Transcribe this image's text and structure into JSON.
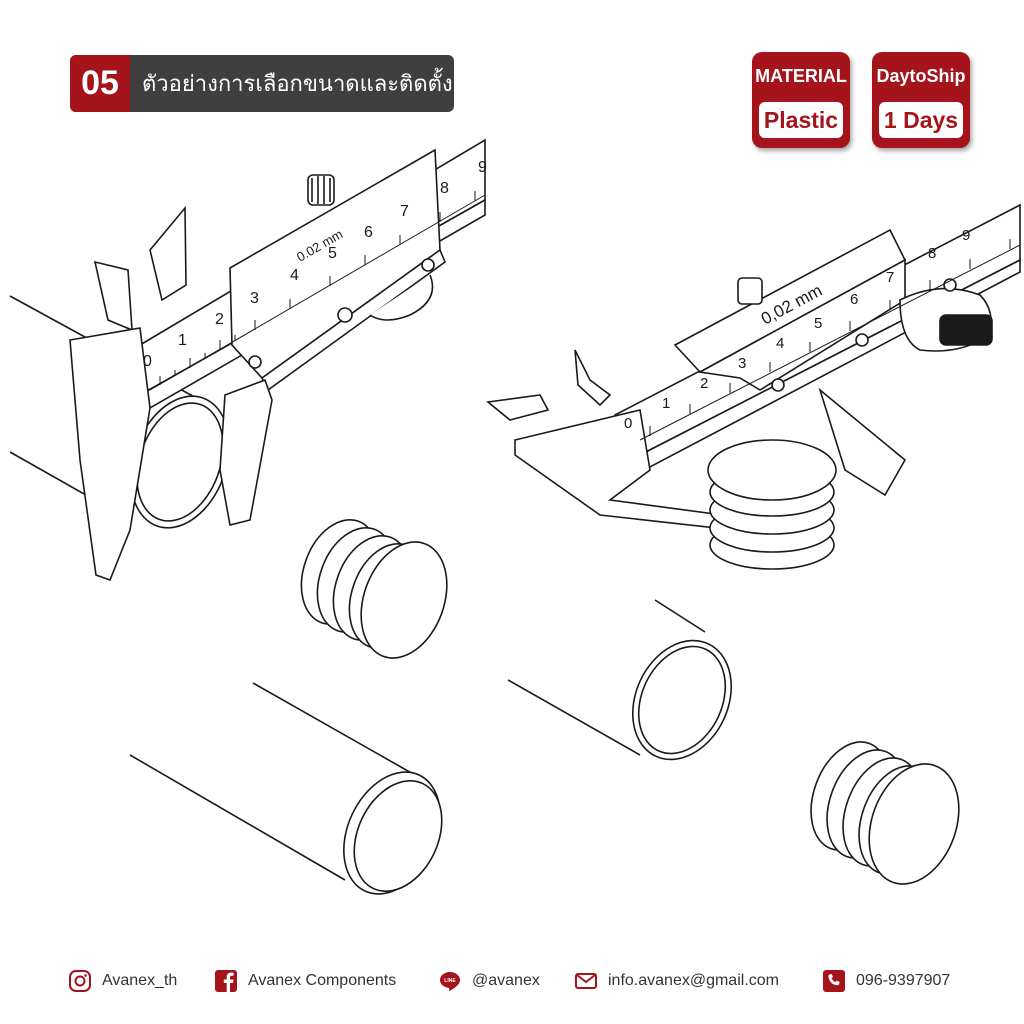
{
  "header": {
    "step_number": "05",
    "title": "ตัวอย่างการเลือกขนาดและติดตั้ง"
  },
  "badges": [
    {
      "label": "MATERIAL",
      "value": "Plastic"
    },
    {
      "label": "DaytoShip",
      "value": "1 Days"
    }
  ],
  "caliper_left": {
    "scale_numbers": [
      "0",
      "1",
      "2",
      "3",
      "4",
      "5",
      "6",
      "7",
      "8",
      "9"
    ],
    "vernier_label": "0.02 mm"
  },
  "caliper_right": {
    "scale_numbers": [
      "0",
      "1",
      "2",
      "3",
      "4",
      "5",
      "6",
      "7",
      "8",
      "9"
    ],
    "vernier_label": "0,02 mm"
  },
  "footer": {
    "instagram": "Avanex_th",
    "facebook": "Avanex Components",
    "line": "@avanex",
    "email": "info.avanex@gmail.com",
    "phone": "096-9397907"
  },
  "colors": {
    "brand_red": "#a4141a",
    "dark_gray": "#3f3f3f",
    "line_color": "#1a1a1a"
  }
}
